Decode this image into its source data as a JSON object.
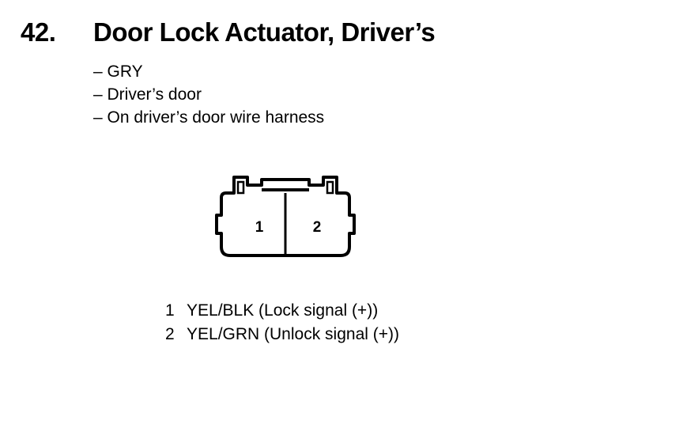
{
  "heading": {
    "number": "42.",
    "title": "Door Lock Actuator, Driver’s"
  },
  "details": [
    "– GRY",
    "– Driver’s door",
    "– On driver’s door wire harness"
  ],
  "connector": {
    "terminals": [
      "1",
      "2"
    ]
  },
  "pins": [
    {
      "number": "1",
      "description": "YEL/BLK (Lock signal (+))"
    },
    {
      "number": "2",
      "description": "YEL/GRN (Unlock signal (+))"
    }
  ]
}
